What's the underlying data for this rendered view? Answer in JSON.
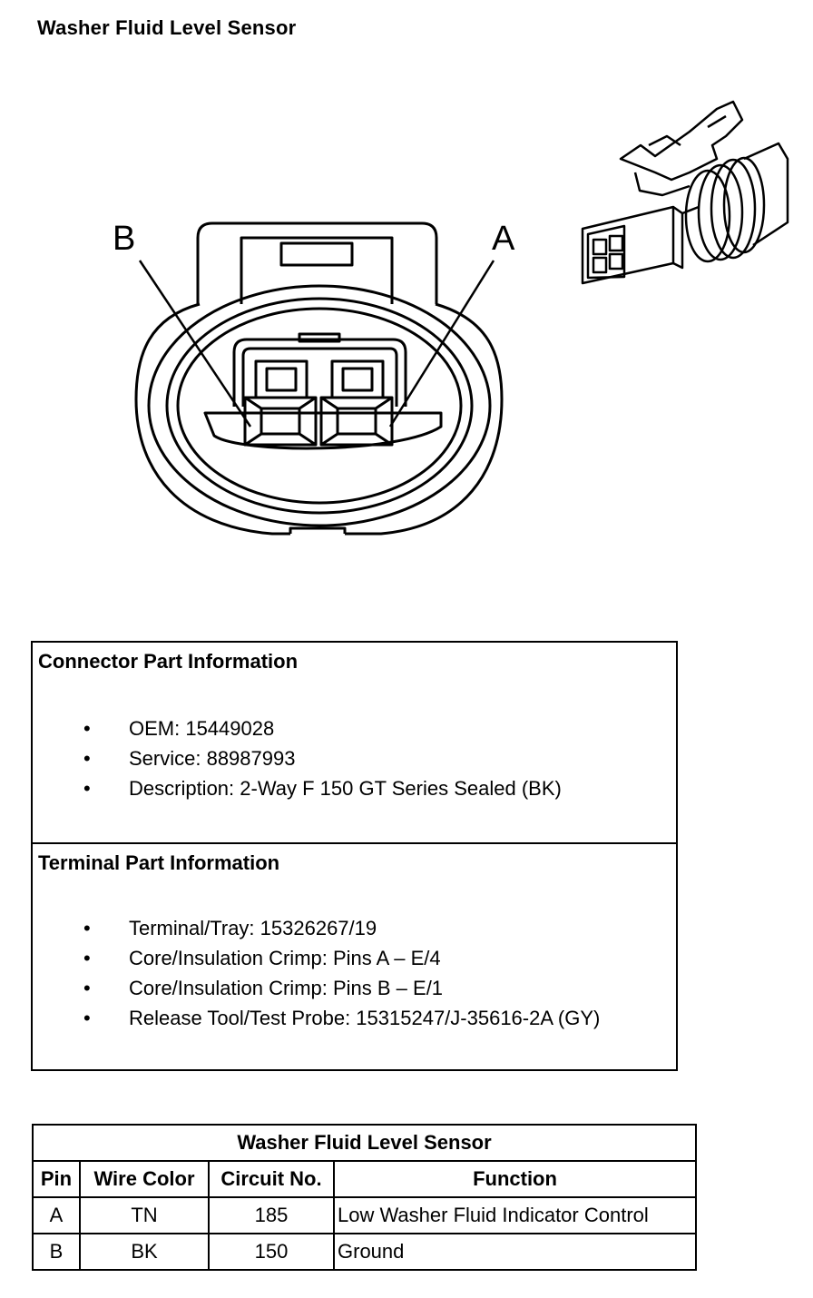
{
  "page_title": "Washer Fluid Level Sensor",
  "diagram": {
    "pin_labels": {
      "b": "B",
      "a": "A"
    }
  },
  "connector_info": {
    "heading": "Connector Part Information",
    "items": [
      "OEM: 15449028",
      "Service: 88987993",
      "Description: 2-Way F 150 GT Series Sealed (BK)"
    ]
  },
  "terminal_info": {
    "heading": "Terminal Part Information",
    "items": [
      "Terminal/Tray: 15326267/19",
      "Core/Insulation Crimp: Pins A – E/4",
      "Core/Insulation Crimp: Pins B – E/1",
      "Release Tool/Test Probe: 15315247/J-35616-2A (GY)"
    ]
  },
  "bullet": "•",
  "pin_table": {
    "title": "Washer Fluid Level Sensor",
    "headers": [
      "Pin",
      "Wire Color",
      "Circuit No.",
      "Function"
    ],
    "rows": [
      [
        "A",
        "TN",
        "185",
        "Low Washer Fluid Indicator Control"
      ],
      [
        "B",
        "BK",
        "150",
        "Ground"
      ]
    ]
  }
}
